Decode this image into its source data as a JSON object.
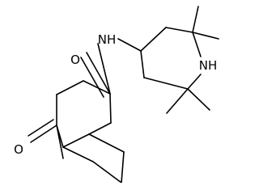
{
  "molecule": {
    "atoms": {
      "carbonyl_oxygen": "O",
      "amide_oxygen": "O",
      "amide_nitrogen": "NH",
      "ring_nitrogen": "NH"
    }
  }
}
